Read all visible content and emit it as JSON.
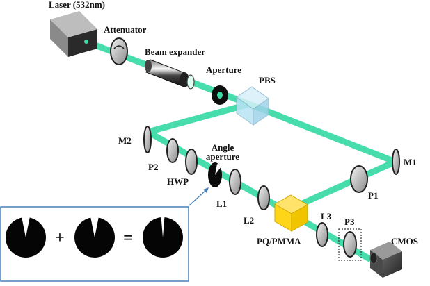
{
  "labels": {
    "laser": "Laser (532nm)",
    "attenuator": "Attenuator",
    "beam_expander": "Beam expander",
    "aperture": "Aperture",
    "pbs": "PBS",
    "m1": "M1",
    "m2": "M2",
    "p1": "P1",
    "p2": "P2",
    "p3": "P3",
    "hwp": "HWP",
    "angle_aperture_line1": "Angle",
    "angle_aperture_line2": "aperture",
    "l1": "L1",
    "l2": "L2",
    "l3": "L3",
    "sample": "PQ/PMMA",
    "camera": "CMOS"
  },
  "inset": {
    "plus": "+",
    "equals": "="
  },
  "colors": {
    "beam": "#3ddba8",
    "sample": "#ffd51a",
    "pbs_cube": "#b8e4f5",
    "inset_border": "#4a7fb5"
  }
}
